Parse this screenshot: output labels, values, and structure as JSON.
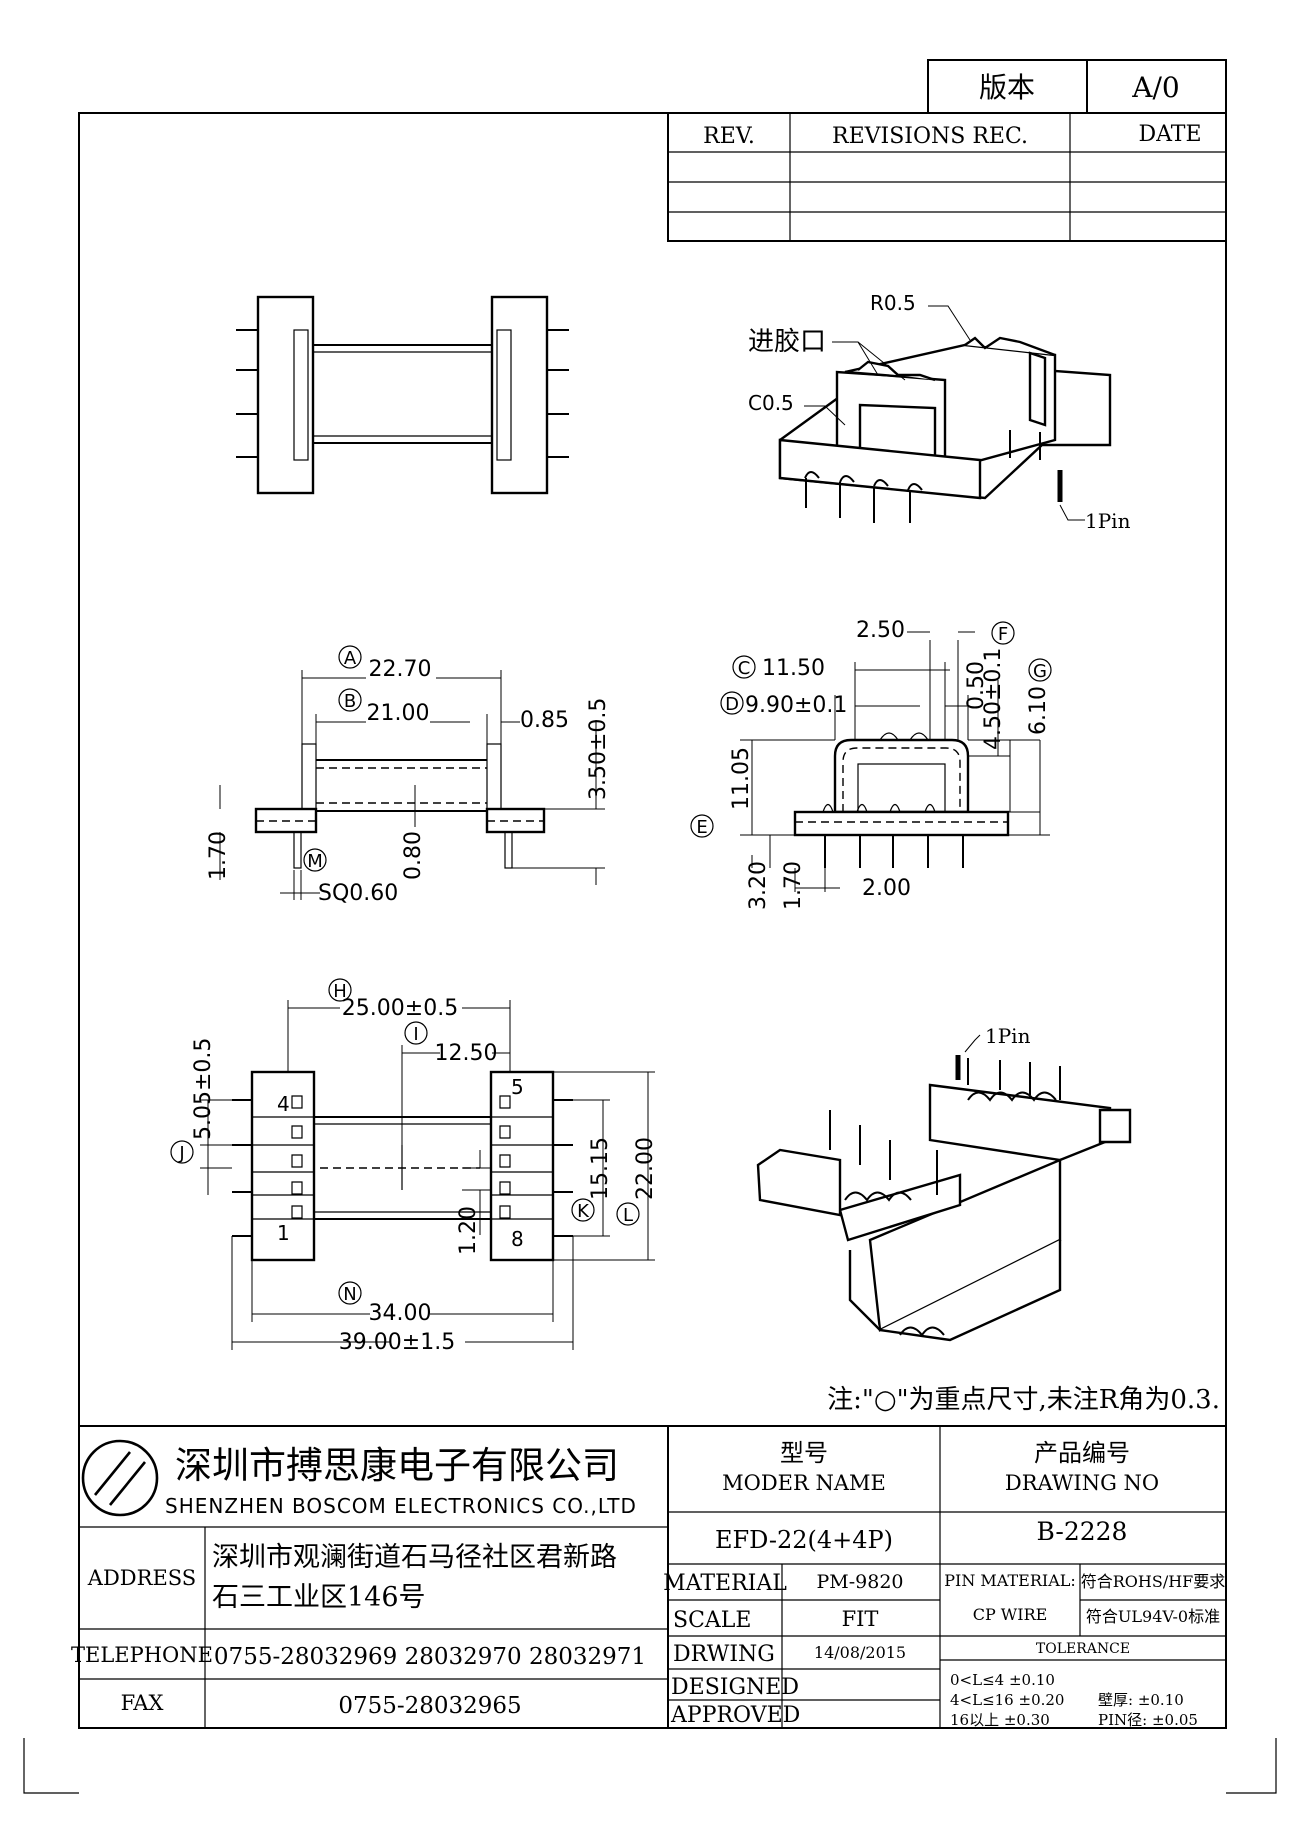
{
  "version_box": {
    "label": "版本",
    "value": "A/0"
  },
  "revisions": {
    "col_rev": "REV.",
    "col_rec": "REVISIONS REC.",
    "col_date": "DATE"
  },
  "labels": {
    "gate": "进胶口",
    "r05": "R0.5",
    "c05": "C0.5",
    "pin1_a": "1Pin",
    "pin1_b": "1Pin"
  },
  "dims": {
    "A": "A",
    "A_val": "22.70",
    "B": "B",
    "B_val": "21.00",
    "d085": "0.85",
    "d350": "3.50±0.5",
    "d170a": "1.70",
    "d080": "0.80",
    "M": "M",
    "M_val": "SQ0.60",
    "C": "C",
    "C_val": "11.50",
    "D": "D",
    "D_val": "9.90±0.1",
    "d250": "2.50",
    "F": "F",
    "d050": "0.50",
    "G": "G",
    "d450": "4.50±0.1",
    "d610": "6.10",
    "d1105": "11.05",
    "E": "E",
    "d320": "3.20",
    "d170b": "1.70",
    "d200": "2.00",
    "H": "H",
    "H_val": "25.00±0.5",
    "I": "I",
    "I_val": "12.50",
    "d505": "5.05±0.5",
    "J": "J",
    "d1515": "15.15",
    "K": "K",
    "d2200": "22.00",
    "L": "L",
    "d120": "1.20",
    "N": "N",
    "N_val": "34.00",
    "d3900": "39.00±1.5",
    "pin4": "4",
    "pin5": "5",
    "pin1": "1",
    "pin8": "8"
  },
  "note": "注:\"○\"为重点尺寸,未注R角为0.3.",
  "title_block": {
    "company_cn": "深圳市搏思康电子有限公司",
    "company_en": "SHENZHEN BOSCOM ELECTRONICS CO.,LTD",
    "address_label": "ADDRESS",
    "address_line1": "深圳市观澜街道石马径社区君新路",
    "address_line2": "石三工业区146号",
    "telephone_label": "TELEPHONE",
    "telephone": "0755-28032969 28032970 28032971",
    "fax_label": "FAX",
    "fax": "0755-28032965",
    "model_cn": "型号",
    "model_en": "MODER NAME",
    "model_value": "EFD-22(4+4P)",
    "drawing_cn": "产品编号",
    "drawing_en": "DRAWING NO",
    "drawing_value": "B-2228",
    "material_label": "MATERIAL",
    "material_value": "PM-9820",
    "scale_label": "SCALE",
    "scale_value": "FIT",
    "drawing_label": "DRWING",
    "drawing_date": "14/08/2015",
    "designed_label": "DESIGNED",
    "approved_label": "APPROVED",
    "pin_material_label": "PIN MATERIAL:",
    "pin_material_value": "CP WIRE",
    "rohs": "符合ROHS/HF要求",
    "ul": "符合UL94V-0标准",
    "tolerance_label": "TOLERANCE",
    "tol1": "0<L≤4  ±0.10",
    "tol2": "4<L≤16  ±0.20",
    "tol3": "16以上    ±0.30",
    "wall": "壁厚:  ±0.10",
    "pin_dia": "PIN径: ±0.05"
  },
  "icons": {
    "logo": "boscom-logo-icon"
  }
}
